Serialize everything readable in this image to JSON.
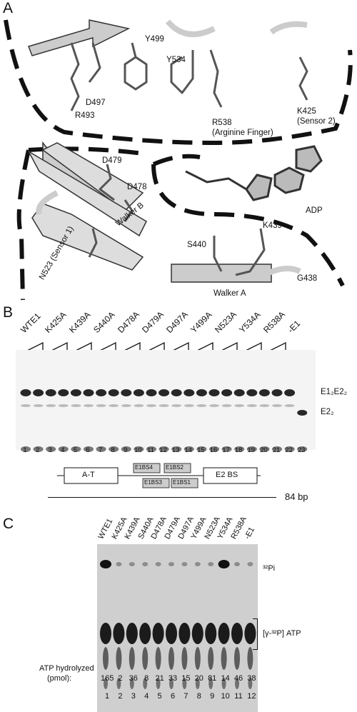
{
  "panels": {
    "a": "A",
    "b": "B",
    "c": "C"
  },
  "panel_a": {
    "labels": {
      "y499": "Y499",
      "y534": "Y534",
      "d497": "D497",
      "r493": "R493",
      "r538": "R538",
      "r538_note": "(Arginine Finger)",
      "k425": "K425",
      "k425_note": "(Sensor 2)",
      "d479": "D479",
      "d478": "D478",
      "walker_b": "Walker B",
      "n523": "N523 (Sensor 1)",
      "adp": "ADP",
      "k439": "K439",
      "s440": "S440",
      "walker_a": "Walker A",
      "g438": "G438"
    }
  },
  "panel_b": {
    "lanes_header": [
      "WTE1",
      "K425A",
      "K439A",
      "S440A",
      "D478A",
      "D479A",
      "D497A",
      "Y499A",
      "N523A",
      "Y534A",
      "R538A",
      "-E1"
    ],
    "band_labels": {
      "complex": "E1₂E2₂",
      "dimer": "E2₂"
    },
    "lane_numbers": [
      "1",
      "2",
      "3",
      "4",
      "5",
      "6",
      "7",
      "8",
      "9",
      "10",
      "11",
      "12",
      "13",
      "14",
      "15",
      "16",
      "17",
      "18",
      "19",
      "20",
      "21",
      "22",
      "23"
    ],
    "schematic": {
      "at": "A-T",
      "e1bs4": "E1BS4",
      "e1bs2": "E1BS2",
      "e1bs3": "E1BS3",
      "e1bs1": "E1BS1",
      "e2bs": "E2  BS",
      "length": "84 bp"
    }
  },
  "panel_c": {
    "lanes_header": [
      "WTE1",
      "K425A",
      "K439A",
      "S440A",
      "D478A",
      "D479A",
      "D497A",
      "Y499A",
      "N523A",
      "Y534A",
      "R538A",
      "-E1"
    ],
    "band_labels": {
      "pi": "³²Pi",
      "atp": "[γ-³²P] ATP"
    },
    "hydrolyzed_label_1": "ATP hydrolyzed",
    "hydrolyzed_label_2": "(pmol):",
    "hydrolyzed_values": [
      "165",
      "2",
      "36",
      "8",
      "21",
      "33",
      "15",
      "20",
      "81",
      "14",
      "46",
      "38"
    ],
    "lane_numbers": [
      "1",
      "2",
      "3",
      "4",
      "5",
      "6",
      "7",
      "8",
      "9",
      "10",
      "11",
      "12"
    ]
  }
}
